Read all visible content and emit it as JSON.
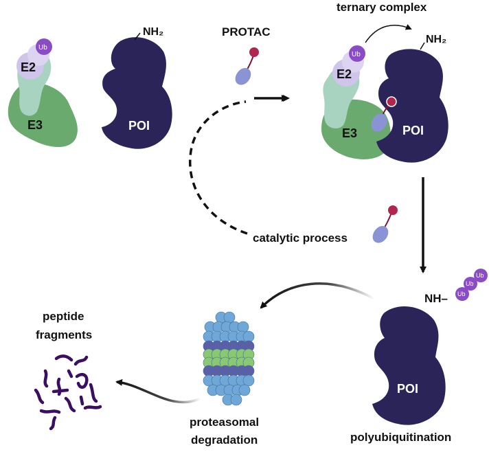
{
  "labels": {
    "nh2": "NH₂",
    "protac": "PROTAC",
    "ternary_complex": "ternary complex",
    "catalytic_process": "catalytic process",
    "poi": "POI",
    "e2": "E2",
    "e3": "E3",
    "ub": "Ub",
    "nh": "NH–",
    "peptide": "peptide",
    "fragments": "fragments",
    "proteasomal": "proteasomal",
    "degradation": "degradation",
    "polyubiquitination": "polyubiquitination"
  },
  "colors": {
    "poi": "#2a2458",
    "e3": "#6aaa6e",
    "e2": "#a9d3c1",
    "ub": "#8a4cc4",
    "e2_light": "#cfc4ea",
    "protac_head": "#b0264e",
    "protac_tail": "#8a94d4",
    "proteasome_blue": "#6fa8d8",
    "proteasome_purple": "#5c5fa8",
    "proteasome_green": "#8cc870",
    "fragment": "#3a0e63"
  }
}
